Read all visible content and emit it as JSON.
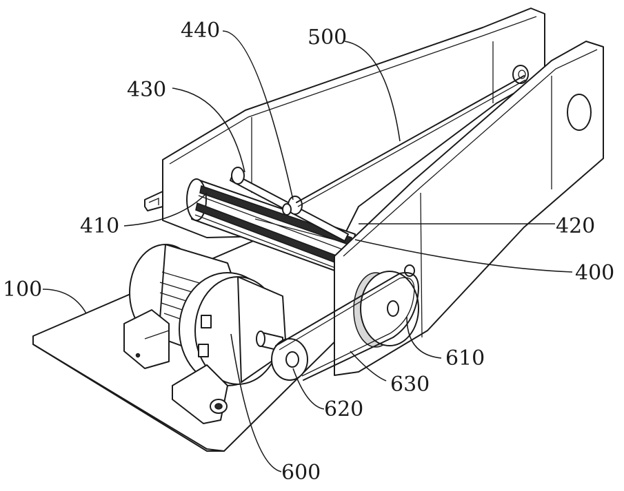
{
  "labels": {
    "l100": "100",
    "l400": "400",
    "l410": "410",
    "l420": "420",
    "l430": "430",
    "l440": "440",
    "l500": "500",
    "l600": "600",
    "l610": "610",
    "l620": "620",
    "l630": "630"
  }
}
